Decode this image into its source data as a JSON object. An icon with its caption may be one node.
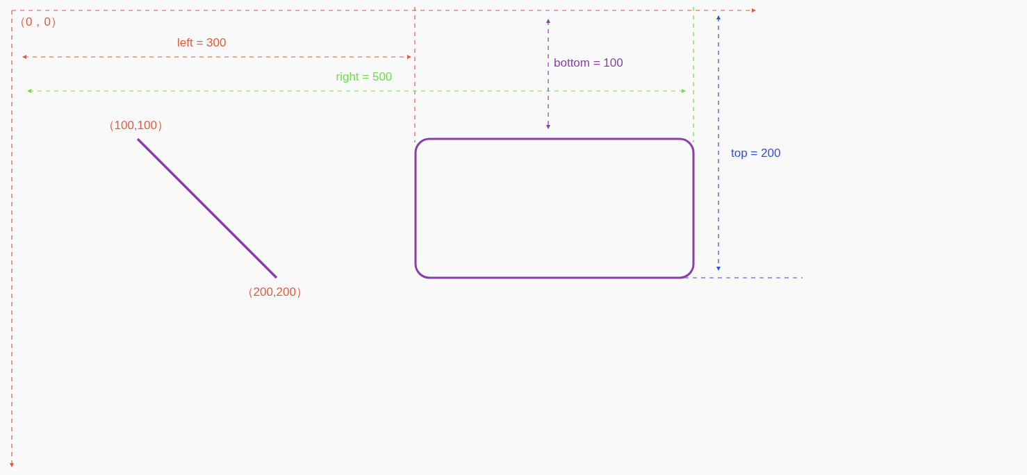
{
  "diagram": {
    "nodes": [
      {
        "text": [],
        "shape": "box"
      }
    ],
    "labels": [
      "（0，0）",
      "left = 300",
      "bottom = 100",
      "right = 500",
      "（100,100）",
      "top = 200",
      "（200,200）"
    ]
  }
}
